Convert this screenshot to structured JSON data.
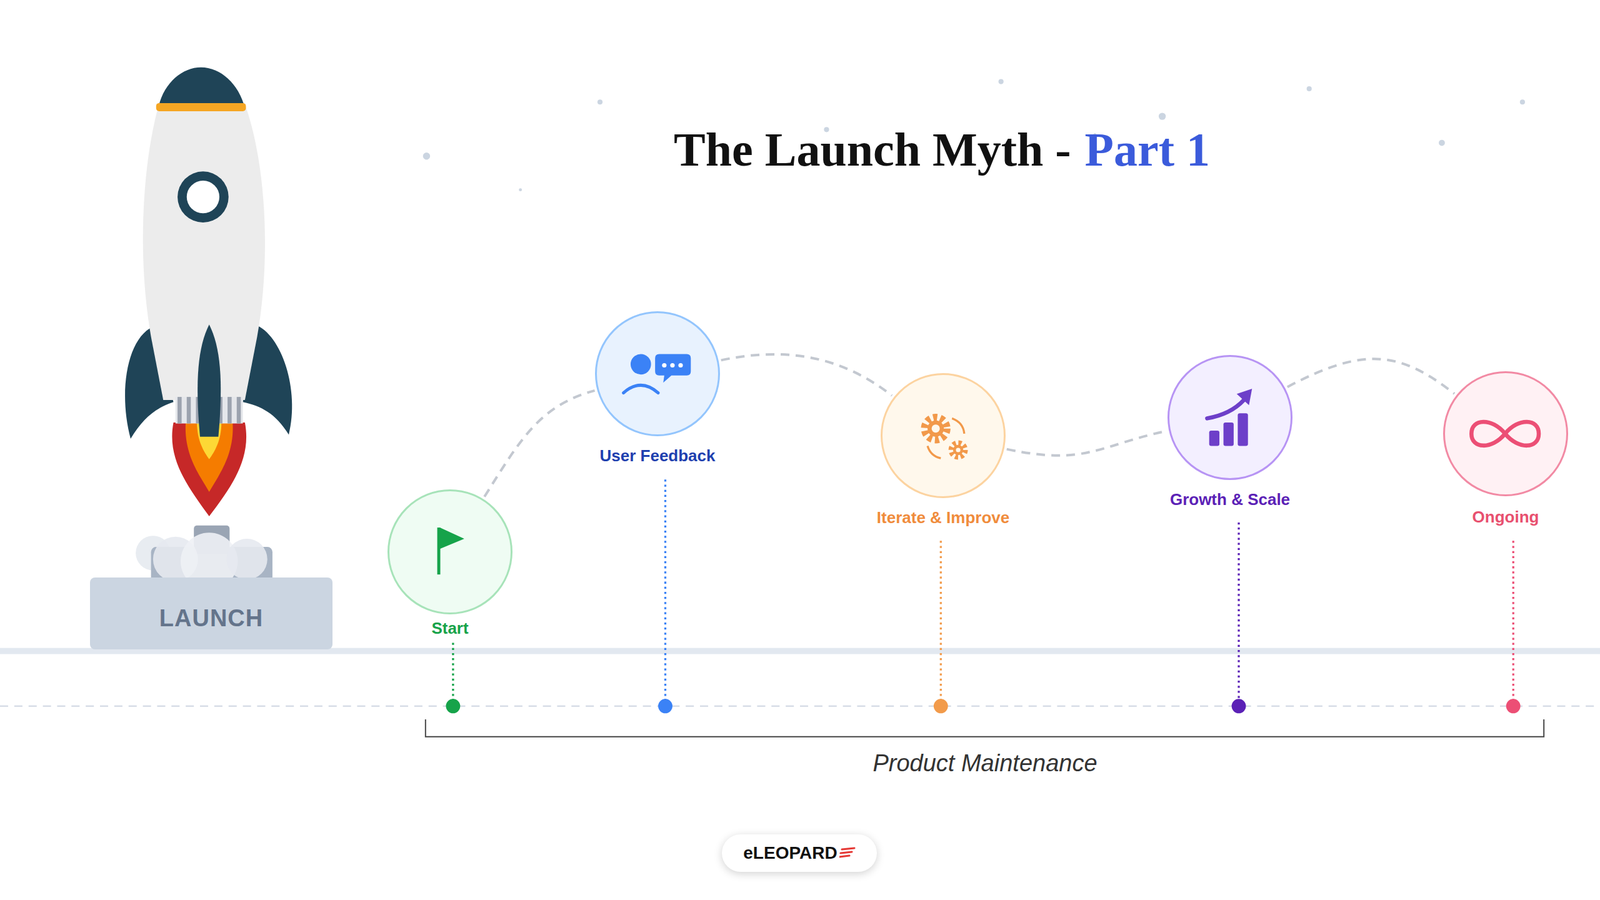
{
  "diagram": {
    "title": "The Launch Myth -",
    "nodes": [
      {
        "text": [
          "LAUNCH"
        ]
      },
      {
        "text": [
          "Start"
        ]
      },
      {
        "text": [
          "User Feedback"
        ]
      },
      {
        "text": [
          "Iterate & Improve"
        ]
      },
      {
        "text": [
          "Growth & Scale"
        ]
      },
      {
        "text": [
          "Ongoing"
        ]
      },
      {
        "text": [
          "eLEOPARD"
        ]
      }
    ],
    "edges": [
      {
        "from": 1,
        "to": 2,
        "arrow": "none"
      },
      {
        "from": 2,
        "to": 3,
        "arrow": "none"
      },
      {
        "from": 3,
        "to": 4,
        "arrow": "none"
      },
      {
        "from": 4,
        "to": 5,
        "arrow": "none"
      }
    ],
    "labels": [
      "Part 1",
      "Product Maintenance"
    ]
  }
}
